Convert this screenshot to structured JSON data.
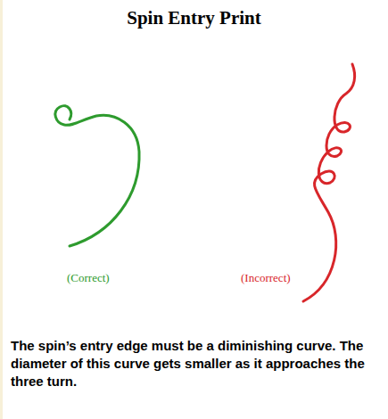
{
  "diagram": {
    "title": "Spin Entry Print",
    "caption": "The spin’s entry edge must be a diminishing curve. The diameter of this curve gets smaller as it approaches the three turn.",
    "labels": [
      "(Correct)",
      "(Incorrect)"
    ]
  }
}
